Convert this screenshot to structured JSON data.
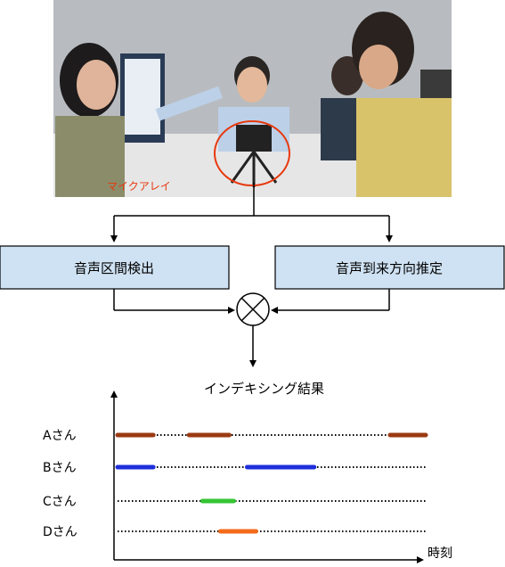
{
  "photo": {
    "caption": "マイクアレイ",
    "caption_color": "#e8380d"
  },
  "boxes": {
    "left_label": "音声区間検出",
    "right_label": "音声到来方向推定",
    "fill": "#cfe2f3"
  },
  "result_title": "インデキシング結果",
  "chart_data": {
    "type": "timeline",
    "xlabel": "時刻",
    "speakers": [
      {
        "label": "Aさん",
        "color": "#9b3b12",
        "segments": [
          [
            0.0,
            0.08
          ],
          [
            0.16,
            0.25
          ],
          [
            0.61,
            0.69
          ]
        ]
      },
      {
        "label": "Bさん",
        "color": "#1f2fdc",
        "segments": [
          [
            0.0,
            0.08
          ],
          [
            0.29,
            0.44
          ]
        ]
      },
      {
        "label": "Cさん",
        "color": "#35c534",
        "segments": [
          [
            0.19,
            0.26
          ]
        ]
      },
      {
        "label": "Dさん",
        "color": "#f36b1b",
        "segments": [
          [
            0.23,
            0.31
          ]
        ]
      }
    ],
    "grid": "dotted tracks"
  }
}
